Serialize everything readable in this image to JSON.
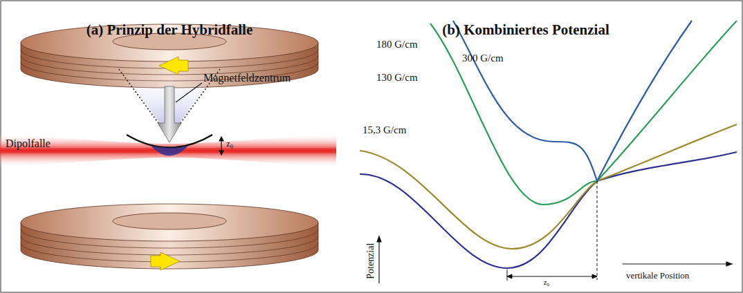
{
  "diagram": {
    "labels": [
      "(a) Prinzip der Hybridfalle",
      "(b) Kombiniertes Potenzial",
      "Magnetfeldzentrum",
      "Dipolfalle",
      "z₀",
      "180 G/cm",
      "300 G/cm",
      "130 G/cm",
      "15,3 G/cm",
      "Potenzial",
      "vertikale Position",
      "z₀"
    ]
  }
}
